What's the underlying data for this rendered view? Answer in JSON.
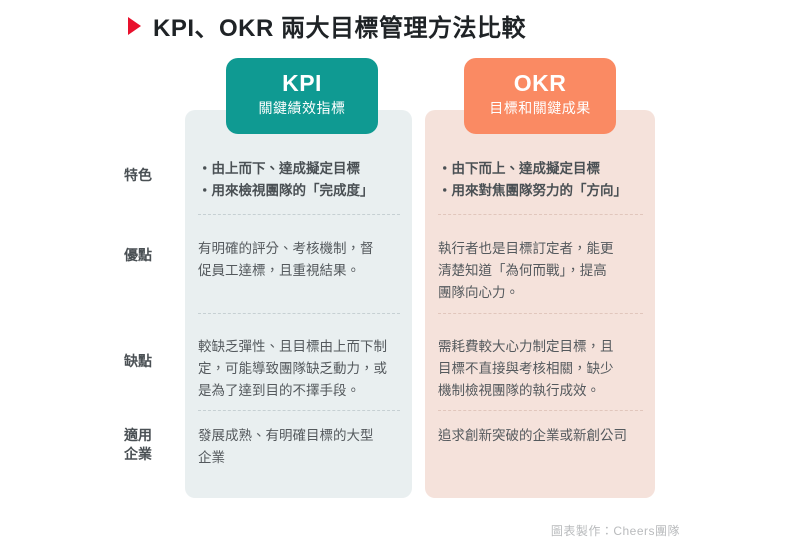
{
  "title": {
    "marker": "red-triangle-marker",
    "text": "KPI、OKR 兩大目標管理方法比較"
  },
  "columns": [
    {
      "abbr": "KPI",
      "full": "關鍵績效指標",
      "color": "#0f9a92",
      "panel_color": "#e9eff0"
    },
    {
      "abbr": "OKR",
      "full": "目標和關鍵成果",
      "color": "#fa8a63",
      "panel_color": "#f5e2db"
    }
  ],
  "rows": [
    {
      "label": "特色",
      "label_line1": "特色",
      "label_line2": "",
      "kpi": [
        "・由上而下、達成擬定目標",
        "・用來檢視團隊的「完成度」"
      ],
      "okr": [
        "・由下而上、達成擬定目標",
        "・用來對焦團隊努力的「方向」"
      ]
    },
    {
      "label": "優點",
      "label_line1": "優點",
      "label_line2": "",
      "kpi": [
        "有明確的評分、考核機制，督",
        "促員工達標，且重視結果。"
      ],
      "okr": [
        "執行者也是目標訂定者，能更",
        "清楚知道「為何而戰」，提高",
        "團隊向心力。"
      ]
    },
    {
      "label": "缺點",
      "label_line1": "缺點",
      "label_line2": "",
      "kpi": [
        "較缺乏彈性、且目標由上而下制",
        "定，可能導致團隊缺乏動力，或",
        "是為了達到目的不擇手段。"
      ],
      "okr": [
        "需耗費較大心力制定目標，且",
        "目標不直接與考核相關，缺少",
        "機制檢視團隊的執行成效。"
      ]
    },
    {
      "label": "適用企業",
      "label_line1": "適用",
      "label_line2": "企業",
      "kpi": [
        "發展成熟、有明確目標的大型",
        "企業"
      ],
      "okr": [
        "追求創新突破的企業或新創公司"
      ]
    }
  ],
  "credit": "圖表製作：Cheers團隊"
}
